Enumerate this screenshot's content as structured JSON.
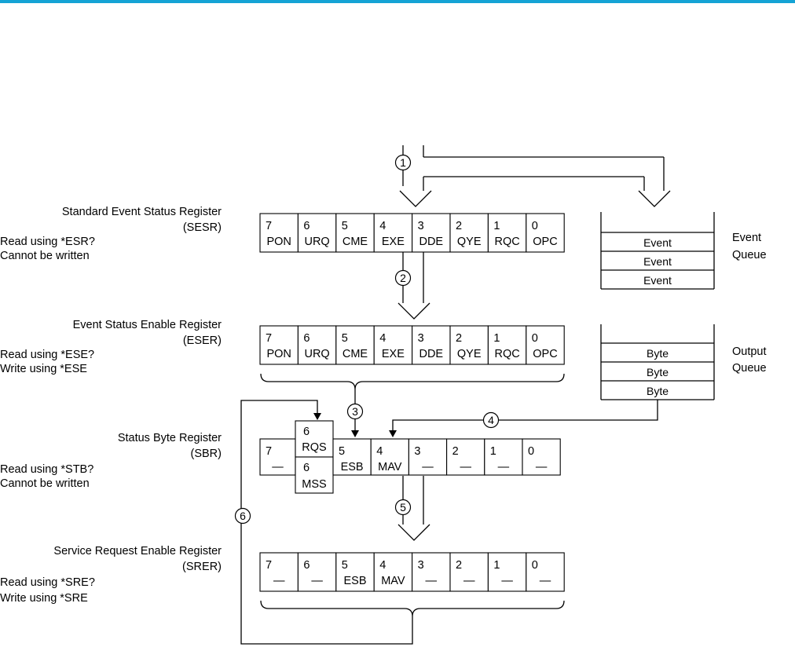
{
  "header": {
    "rule_color": "#14a3d5"
  },
  "registers": {
    "sesr": {
      "name": "Standard Event Status Register",
      "abbr": "(SESR)",
      "read": "Read using *ESR?",
      "write": "Cannot be written",
      "bits": [
        {
          "num": "7",
          "name": "PON"
        },
        {
          "num": "6",
          "name": "URQ"
        },
        {
          "num": "5",
          "name": "CME"
        },
        {
          "num": "4",
          "name": "EXE"
        },
        {
          "num": "3",
          "name": "DDE"
        },
        {
          "num": "2",
          "name": "QYE"
        },
        {
          "num": "1",
          "name": "RQC"
        },
        {
          "num": "0",
          "name": "OPC"
        }
      ]
    },
    "eser": {
      "name": "Event Status Enable Register",
      "abbr": "(ESER)",
      "read": "Read using *ESE?",
      "write": "Write using *ESE",
      "bits": [
        {
          "num": "7",
          "name": "PON"
        },
        {
          "num": "6",
          "name": "URQ"
        },
        {
          "num": "5",
          "name": "CME"
        },
        {
          "num": "4",
          "name": "EXE"
        },
        {
          "num": "3",
          "name": "DDE"
        },
        {
          "num": "2",
          "name": "QYE"
        },
        {
          "num": "1",
          "name": "RQC"
        },
        {
          "num": "0",
          "name": "OPC"
        }
      ]
    },
    "sbr": {
      "name": "Status Byte Register",
      "abbr": "(SBR)",
      "read": "Read using *STB?",
      "write": "Cannot be written",
      "bit7": {
        "num": "7",
        "name": "—"
      },
      "bit6_top": {
        "num": "6",
        "name": "RQS"
      },
      "bit6_bottom": {
        "num": "6",
        "name": "MSS"
      },
      "bits": [
        {
          "num": "5",
          "name": "ESB"
        },
        {
          "num": "4",
          "name": "MAV"
        },
        {
          "num": "3",
          "name": "—"
        },
        {
          "num": "2",
          "name": "—"
        },
        {
          "num": "1",
          "name": "—"
        },
        {
          "num": "0",
          "name": "—"
        }
      ]
    },
    "srer": {
      "name": "Service Request Enable Register",
      "abbr": "(SRER)",
      "read": "Read using *SRE?",
      "write": "Write using *SRE",
      "bits": [
        {
          "num": "7",
          "name": "—"
        },
        {
          "num": "6",
          "name": "—"
        },
        {
          "num": "5",
          "name": "ESB"
        },
        {
          "num": "4",
          "name": "MAV"
        },
        {
          "num": "3",
          "name": "—"
        },
        {
          "num": "2",
          "name": "—"
        },
        {
          "num": "1",
          "name": "—"
        },
        {
          "num": "0",
          "name": "—"
        }
      ]
    }
  },
  "queues": {
    "event": {
      "label_line1": "Event",
      "label_line2": "Queue",
      "entries": [
        "Event",
        "Event",
        "Event"
      ]
    },
    "output": {
      "label_line1": "Output",
      "label_line2": "Queue",
      "entries": [
        "Byte",
        "Byte",
        "Byte"
      ]
    }
  },
  "callouts": [
    "1",
    "2",
    "3",
    "4",
    "5",
    "6"
  ]
}
